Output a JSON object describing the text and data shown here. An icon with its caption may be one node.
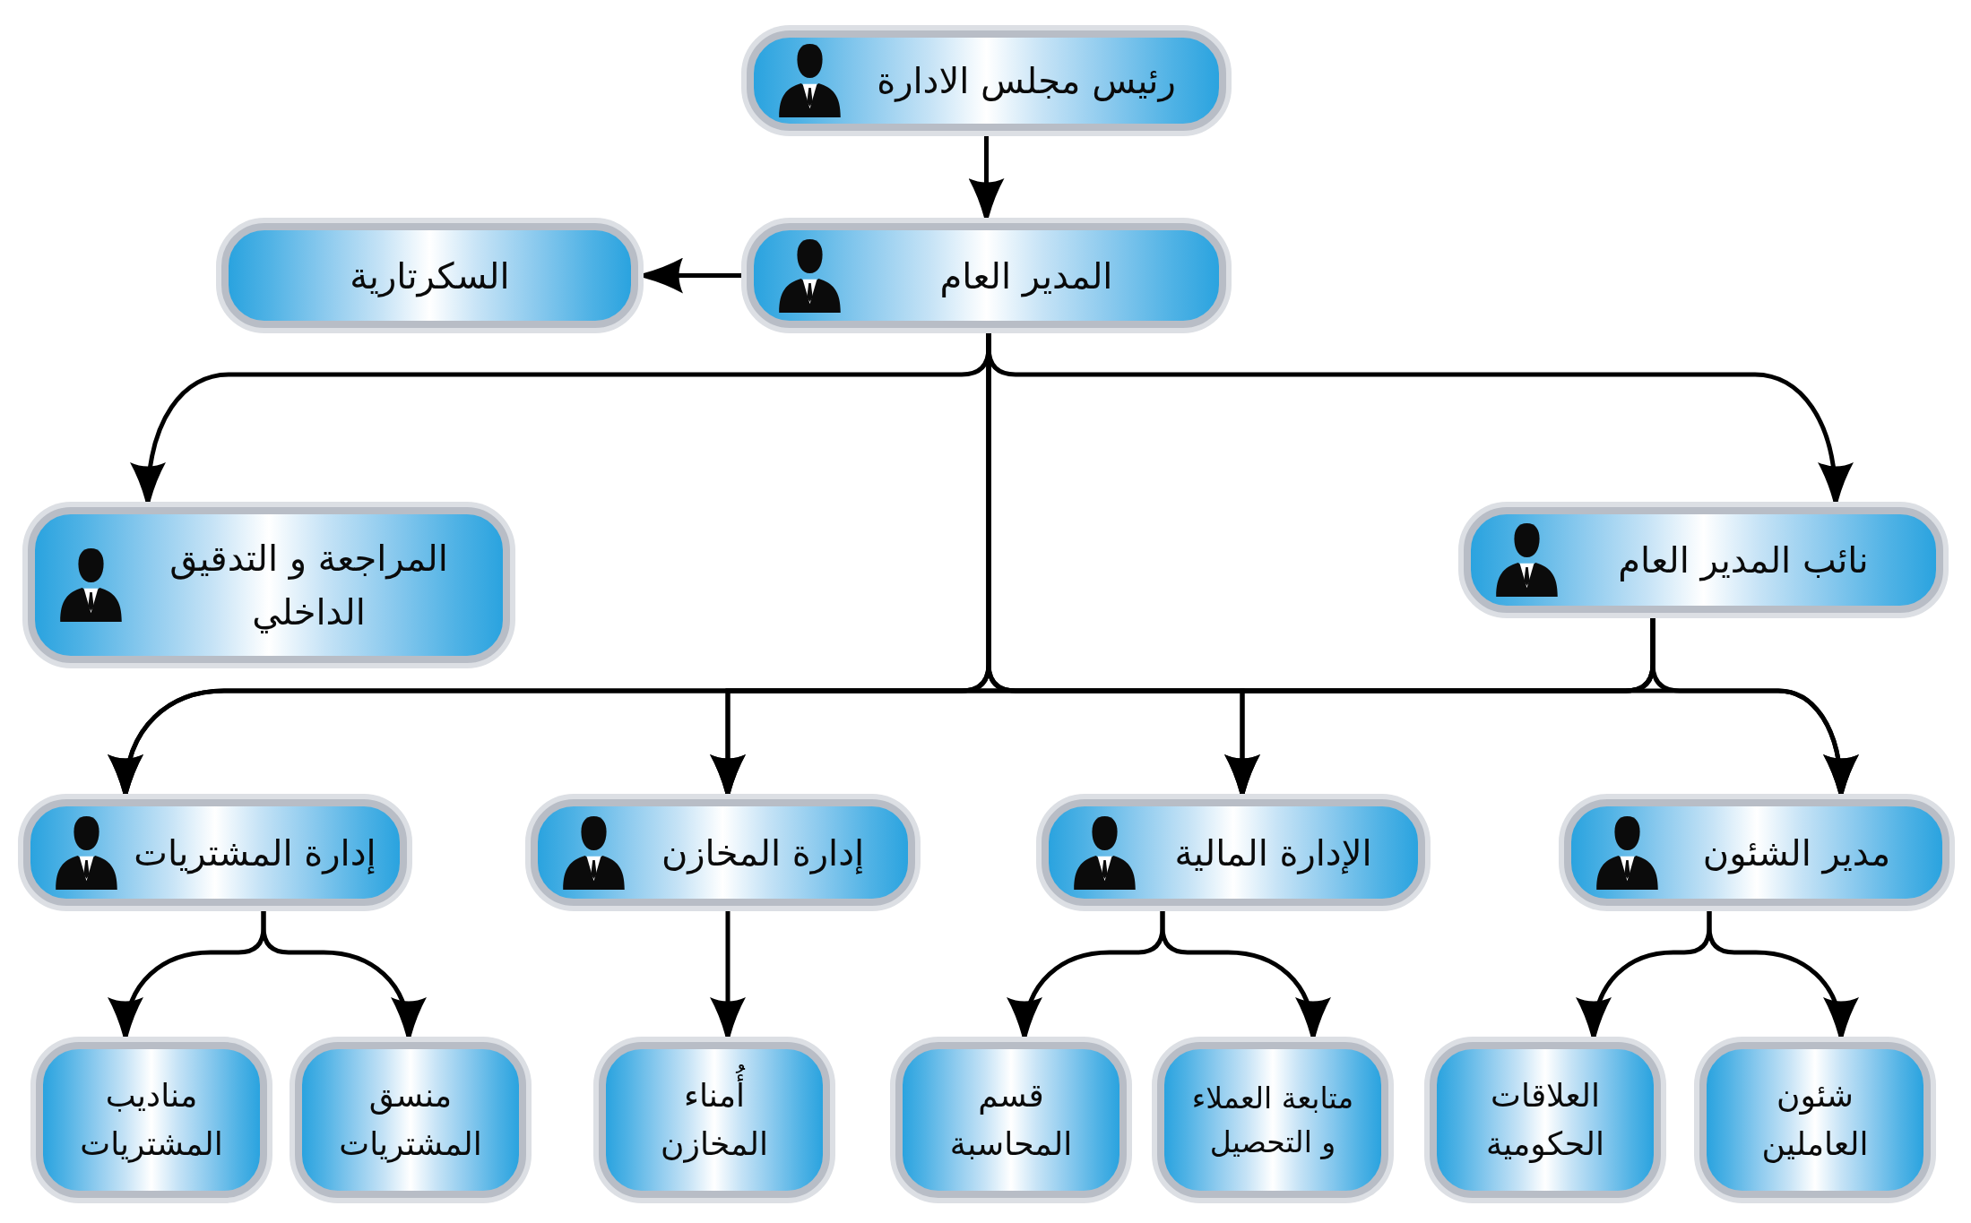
{
  "diagram": {
    "nodes": [
      {
        "text": [
          "رئيس مجلس الادارة"
        ]
      },
      {
        "text": [
          "المدير العام"
        ]
      },
      {
        "text": [
          "السكرتارية"
        ]
      },
      {
        "text": [
          "نائب المدير العام"
        ]
      },
      {
        "text": [
          "المراجعة و التدقيق الداخلي"
        ]
      },
      {
        "text": [
          "مدير الشئون"
        ]
      },
      {
        "text": [
          "الإدارة المالية"
        ]
      },
      {
        "text": [
          "إدارة المخازن"
        ]
      },
      {
        "text": [
          "إدارة المشتريات"
        ]
      },
      {
        "text": [
          "شئون العاملين"
        ]
      },
      {
        "text": [
          "العلاقات الحكومية"
        ]
      },
      {
        "text": [
          "متابعة العملاء و التحصيل"
        ]
      },
      {
        "text": [
          "قسم المحاسبة"
        ]
      },
      {
        "text": [
          "أُمناء المخازن"
        ]
      },
      {
        "text": [
          "منسق المشتريات"
        ]
      },
      {
        "text": [
          "مناديب المشتريات"
        ]
      }
    ],
    "edges": [
      {
        "from": 0,
        "to": 1,
        "arrow": "to"
      },
      {
        "from": 1,
        "to": 2,
        "arrow": "to"
      },
      {
        "from": 1,
        "to": 3,
        "arrow": "to"
      },
      {
        "from": 1,
        "to": 4,
        "arrow": "to"
      },
      {
        "from": 1,
        "to": 5,
        "arrow": "to"
      },
      {
        "from": 1,
        "to": 6,
        "arrow": "to"
      },
      {
        "from": 1,
        "to": 7,
        "arrow": "to"
      },
      {
        "from": 1,
        "to": 8,
        "arrow": "to"
      },
      {
        "from": 3,
        "to": 5,
        "arrow": "to"
      },
      {
        "from": 3,
        "to": 6,
        "arrow": "to"
      },
      {
        "from": 3,
        "to": 7,
        "arrow": "to"
      },
      {
        "from": 3,
        "to": 8,
        "arrow": "to"
      },
      {
        "from": 5,
        "to": 9,
        "arrow": "to"
      },
      {
        "from": 5,
        "to": 10,
        "arrow": "to"
      },
      {
        "from": 6,
        "to": 11,
        "arrow": "to"
      },
      {
        "from": 6,
        "to": 12,
        "arrow": "to"
      },
      {
        "from": 7,
        "to": 13,
        "arrow": "to"
      },
      {
        "from": 8,
        "to": 14,
        "arrow": "to"
      },
      {
        "from": 8,
        "to": 15,
        "arrow": "to"
      }
    ]
  }
}
